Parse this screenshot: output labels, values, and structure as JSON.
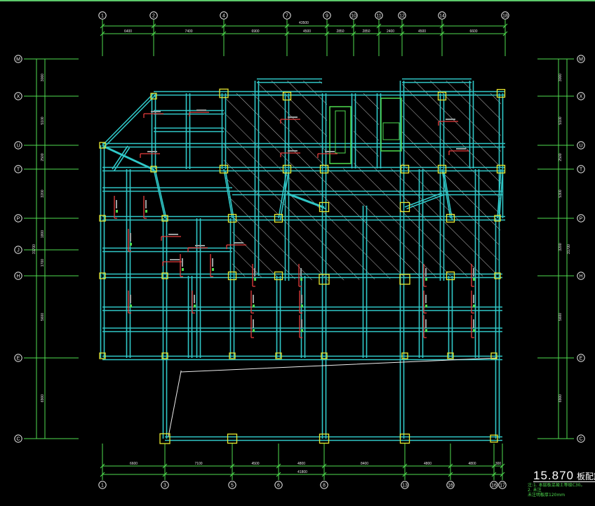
{
  "drawing": {
    "elevation": "15.870",
    "title": "板配筋平",
    "notes": [
      "注:1. 本层板混凝土等级C30。",
      "2. 未注",
      "未注明板厚120mm"
    ]
  },
  "axes": {
    "top": [
      "1",
      "2",
      "4",
      "7",
      "9",
      "10",
      "11",
      "12",
      "14",
      "18"
    ],
    "bottom": [
      "1",
      "3",
      "5",
      "6",
      "8",
      "13",
      "16",
      "16",
      "17"
    ],
    "left": [
      "M",
      "X",
      "U",
      "T",
      "P",
      "J",
      "H",
      "E",
      "C"
    ],
    "right": [
      "M",
      "X",
      "U",
      "T",
      "P",
      "H",
      "E",
      "C"
    ]
  },
  "dims": {
    "top_total": "43500",
    "top": [
      "6400",
      "7400",
      "6900",
      "4500",
      "2850",
      "2850",
      "2400",
      "4500",
      "6600"
    ],
    "bottom_total": "41800",
    "bottom": [
      "6600",
      "7100",
      "4500",
      "4800",
      "8400",
      "4800",
      "4800",
      "300"
    ],
    "left": [
      "3000",
      "5100",
      "2500",
      "3200",
      "1800",
      "1700",
      "5600",
      "6900"
    ],
    "left_total": "31700",
    "right": [
      "3000",
      "5100",
      "2500",
      "5300",
      "3200",
      "5600",
      "6900"
    ],
    "right_total": "31700"
  },
  "colors": {
    "beam": "#30c8c8",
    "column": "#e8e830",
    "axis": "#4fdc4f",
    "rebar": "#e83c3c",
    "hatch": "#cfcfcf"
  }
}
